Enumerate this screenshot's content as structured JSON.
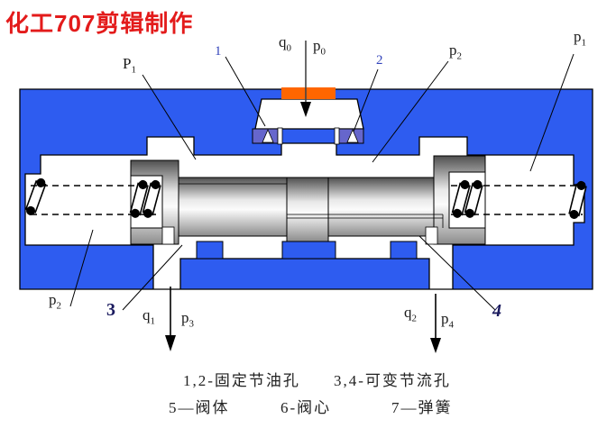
{
  "title": {
    "text": "化工707剪辑制作",
    "color": "#e31b1b"
  },
  "diagram": {
    "colors": {
      "body_blue": "#2e5cf0",
      "orifice_purple": "#6666cc",
      "inlet_orange": "#ff6600",
      "spool_metal_light": "#fbfbfb",
      "spool_metal_dark": "#4f4f4f",
      "number_blue": "#3344bb",
      "number_navy": "#1a1a5e",
      "title_red": "#e31b1b"
    },
    "labels": {
      "P1_top_left": {
        "base": "P",
        "sub": "1"
      },
      "q0": {
        "base": "q",
        "sub": "0"
      },
      "p0": {
        "base": "p",
        "sub": "0"
      },
      "n1": "1",
      "n2": "2",
      "p2_top": {
        "base": "p",
        "sub": "2"
      },
      "p1_top_right": {
        "base": "p",
        "sub": "1"
      },
      "p2_bottom_left": {
        "base": "p",
        "sub": "2"
      },
      "n3": "3",
      "n4": "4",
      "q1": {
        "base": "q",
        "sub": "1"
      },
      "p3": {
        "base": "p",
        "sub": "3"
      },
      "q2": {
        "base": "q",
        "sub": "2"
      },
      "p4": {
        "base": "p",
        "sub": "4"
      }
    },
    "legend": {
      "row1": [
        "1,2-固定节油孔",
        "3,4-可变节流孔"
      ],
      "row2": [
        "5—阀体",
        "6-阀心",
        "7—弹簧"
      ]
    }
  }
}
